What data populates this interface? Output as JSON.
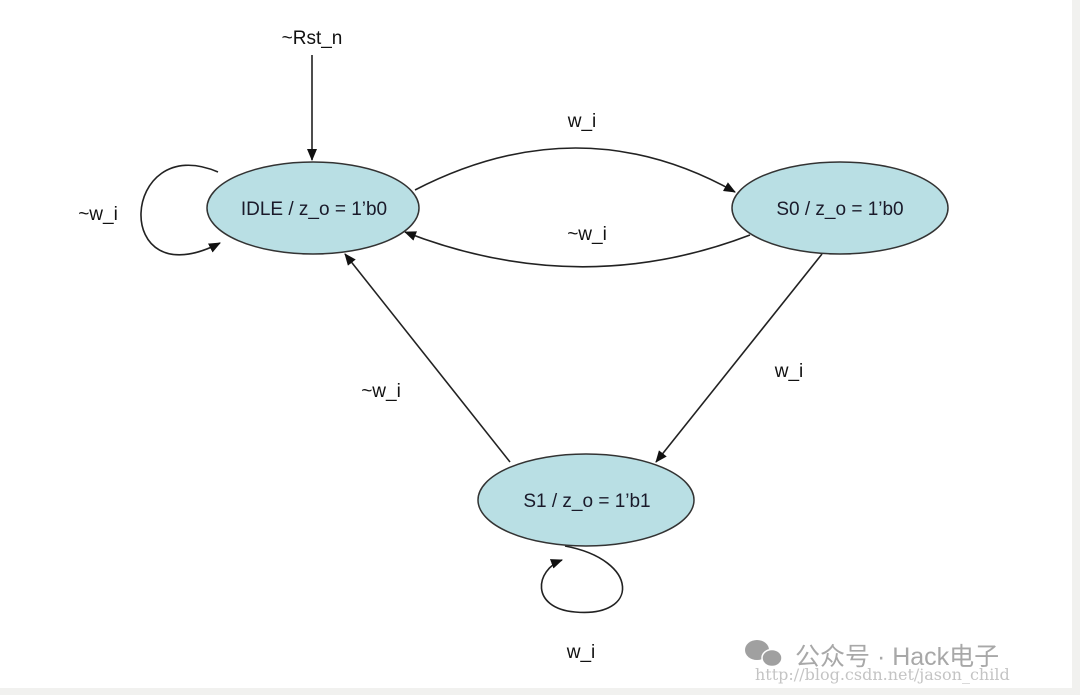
{
  "diagram": {
    "states": [
      {
        "id": "idle",
        "label": "IDLE / z_o = 1’b0"
      },
      {
        "id": "s0",
        "label": "S0 / z_o = 1’b0"
      },
      {
        "id": "s1",
        "label": "S1 / z_o = 1’b1"
      }
    ],
    "transitions": [
      {
        "from": "reset",
        "to": "idle",
        "label": "~Rst_n"
      },
      {
        "from": "idle",
        "to": "s0",
        "label": "w_i"
      },
      {
        "from": "s0",
        "to": "idle",
        "label": "~w_i"
      },
      {
        "from": "idle",
        "to": "idle",
        "label": "~w_i"
      },
      {
        "from": "s0",
        "to": "s1",
        "label": "w_i"
      },
      {
        "from": "s1",
        "to": "idle",
        "label": "~w_i"
      },
      {
        "from": "s1",
        "to": "s1",
        "label": "w_i"
      }
    ],
    "state_fill": "#b9dfe4"
  },
  "watermark": {
    "account": "公众号 · Hack电子",
    "url": "http://blog.csdn.net/jason_child"
  }
}
